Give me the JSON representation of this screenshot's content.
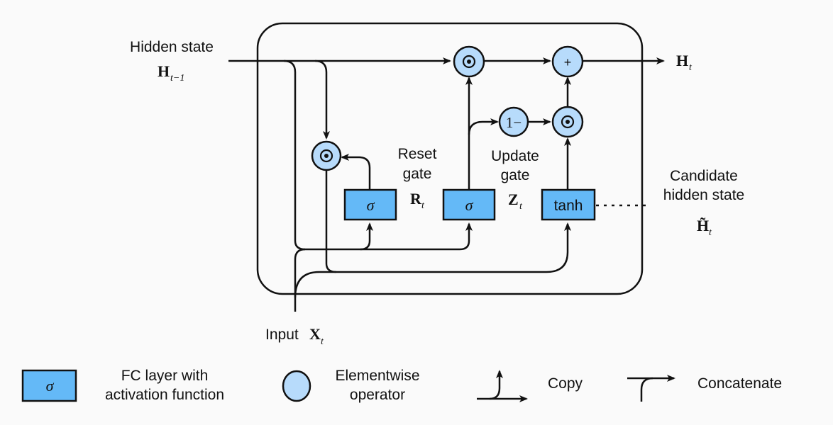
{
  "title": "Gated Recurrent Unit (GRU) computation diagram",
  "colors": {
    "fc_layer": "#64b9f7",
    "elementwise_op": "#b7dbfb",
    "line": "#111111",
    "background": "#fafafa"
  },
  "inputs": {
    "hidden_state_label": "Hidden state",
    "hidden_state_symbol": "H",
    "hidden_state_sub": "t−1",
    "input_label": "Input",
    "input_symbol": "X",
    "input_sub": "t"
  },
  "output": {
    "symbol": "H",
    "sub": "t"
  },
  "gates": {
    "reset": {
      "label_line1": "Reset",
      "label_line2": "gate",
      "symbol": "R",
      "sub": "t",
      "activation": "σ"
    },
    "update": {
      "label_line1": "Update",
      "label_line2": "gate",
      "symbol": "Z",
      "sub": "t",
      "activation": "σ"
    },
    "candidate": {
      "label_line1": "Candidate",
      "label_line2": "hidden state",
      "symbol": "H̃",
      "sub": "t",
      "activation": "tanh"
    }
  },
  "operators": {
    "reset_mult": "⊙",
    "update_mult": "⊙",
    "candidate_mult": "⊙",
    "one_minus": "1−",
    "add": "+"
  },
  "legend": [
    {
      "icon": "fc-layer-box",
      "symbol": "σ",
      "line1": "FC layer with",
      "line2": "activation function"
    },
    {
      "icon": "elementwise-circle",
      "line1": "Elementwise",
      "line2": "operator"
    },
    {
      "icon": "copy-arrow",
      "line1": "Copy"
    },
    {
      "icon": "concatenate-arrow",
      "line1": "Concatenate"
    }
  ]
}
